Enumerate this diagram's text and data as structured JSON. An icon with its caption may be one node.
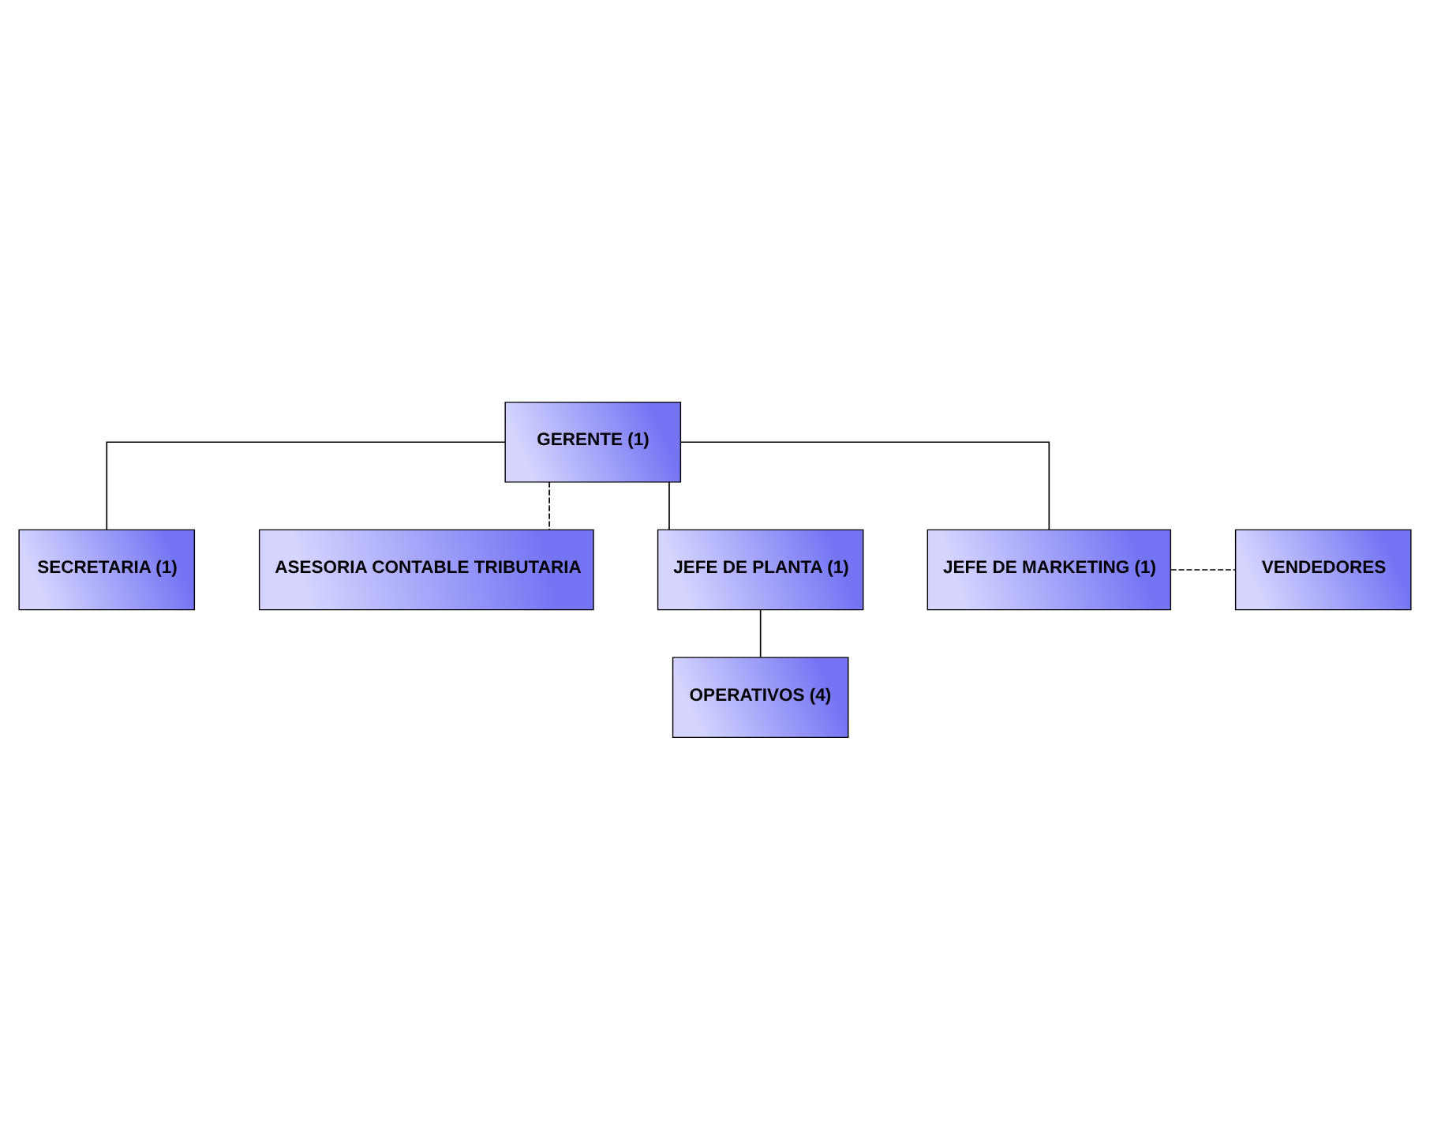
{
  "diagram": {
    "nodes": [
      {
        "text": [
          "GERENTE (1)"
        ]
      },
      {
        "text": [
          "SECRETARIA (1)"
        ]
      },
      {
        "text": [
          "ASESORIA CONTABLE TRIBUTARIA"
        ]
      },
      {
        "text": [
          "JEFE DE PLANTA (1)"
        ]
      },
      {
        "text": [
          "JEFE DE MARKETING (1)"
        ]
      },
      {
        "text": [
          "VENDEDORES"
        ]
      },
      {
        "text": [
          "OPERATIVOS (4)"
        ]
      }
    ],
    "edges": [
      {
        "from": 0,
        "to": 1,
        "arrow": "none"
      },
      {
        "from": 0,
        "to": 2,
        "arrow": "none",
        "style": "dashed"
      },
      {
        "from": 0,
        "to": 3,
        "arrow": "none"
      },
      {
        "from": 0,
        "to": 4,
        "arrow": "none"
      },
      {
        "from": 4,
        "to": 5,
        "arrow": "none",
        "style": "dashed"
      },
      {
        "from": 3,
        "to": 6,
        "arrow": "none"
      }
    ]
  }
}
